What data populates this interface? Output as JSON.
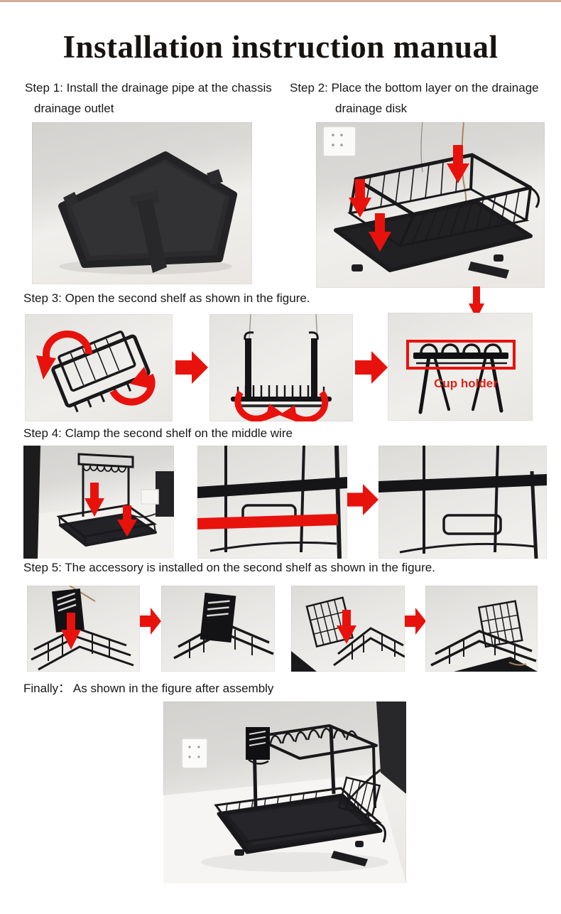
{
  "title": "Installation instruction manual",
  "colors": {
    "accent_red": "#e8120d",
    "top_border": "#d2ae98",
    "ink": "#181818"
  },
  "steps": {
    "step1": {
      "line1": "Step 1: Install the drainage pipe at the chassis",
      "line2": "drainage outlet"
    },
    "step2": {
      "line1": "Step 2: Place the bottom layer on the drainage",
      "line2": "drainage disk"
    },
    "step3": {
      "text": "Step 3: Open the second shelf as shown in the figure."
    },
    "step4": {
      "text": "Step 4: Clamp the second shelf on the middle wire"
    },
    "step5": {
      "text": "Step 5: The accessory is installed on the second shelf as shown in the figure."
    },
    "finally": {
      "text": "Finally： As shown in the figure after assembly"
    }
  },
  "figures": {
    "cup_holder_label": "Cup holder"
  }
}
